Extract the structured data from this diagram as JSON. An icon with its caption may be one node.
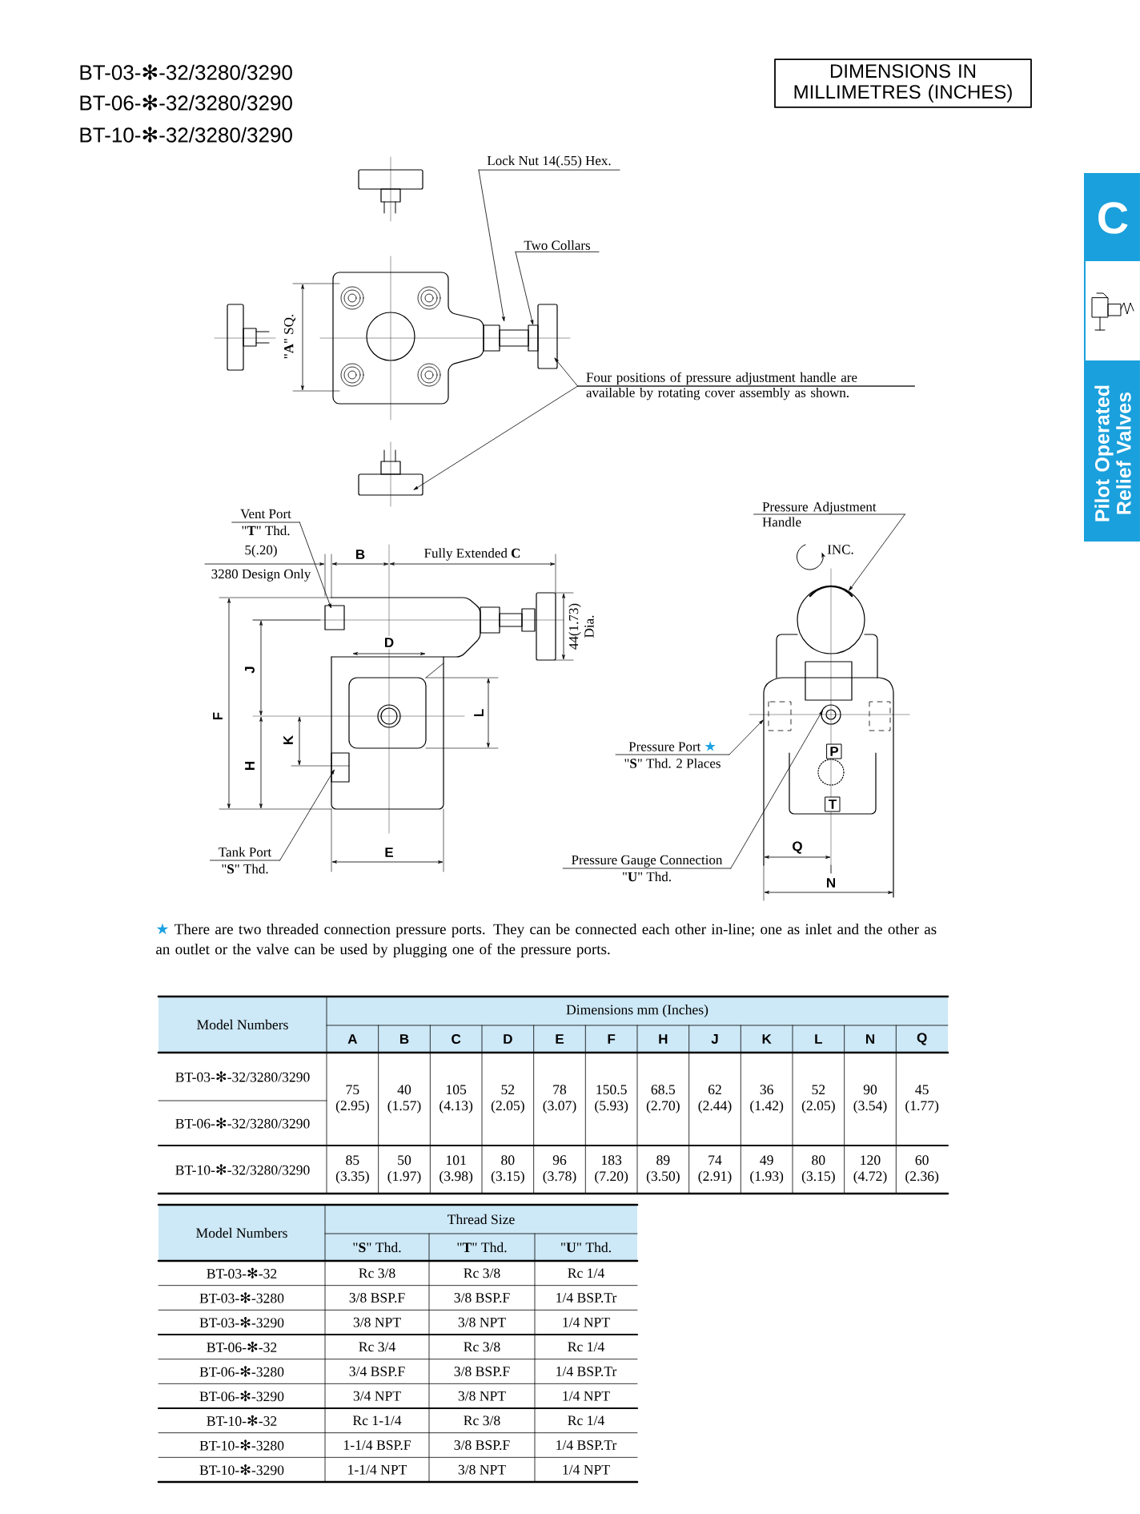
{
  "diagram": {
    "nodes": [
      {
        "text": [
          "DIMENSIONS IN MILLIMETRES (INCHES)"
        ]
      },
      {
        "text": [
          "C",
          "Pilot Operated Relief Valves"
        ]
      },
      {
        "text": [
          "Lock Nut 14(.55) Hex."
        ]
      },
      {
        "text": [
          "Two Collars"
        ]
      },
      {
        "text": [
          "Four positions of pressure adjustment handle are available by rotating cover assembly as shown."
        ]
      },
      {
        "text": [
          "Vent Port",
          "\"**T**\" Thd."
        ]
      },
      {
        "text": [
          "Pressure Adjustment Handle"
        ]
      },
      {
        "text": [
          "Tank Port",
          "\"**S**\" Thd."
        ]
      },
      {
        "text": [
          "Pressure Port ★",
          "\"**S**\" Thd. 2 Places"
        ]
      },
      {
        "text": [
          "Pressure Gauge Connection",
          "\"**U**\" Thd."
        ]
      }
    ],
    "edges": [
      {
        "from": 2,
        "to": null,
        "arrow": "to"
      },
      {
        "from": 3,
        "to": null,
        "arrow": "to"
      },
      {
        "from": 4,
        "to": null,
        "arrow": "to"
      },
      {
        "from": 4,
        "to": null,
        "arrow": "to"
      },
      {
        "from": 5,
        "to": null,
        "arrow": "to"
      },
      {
        "from": 6,
        "to": null,
        "arrow": "to"
      },
      {
        "from": 7,
        "to": null,
        "arrow": "to"
      },
      {
        "from": 8,
        "to": null,
        "arrow": "to"
      },
      {
        "from": 9,
        "to": null,
        "arrow": "to"
      }
    ],
    "labels": [
      "BT-03-✻-32/3280/3290",
      "BT-06-✻-32/3280/3290",
      "BT-10-✻-32/3280/3290",
      "\"**A**\" SQ.",
      "B",
      "5(.20)",
      "3280 Design Only",
      "Fully Extended **C**",
      "44(1.73)",
      "Dia.",
      "D",
      "J",
      "F",
      "L",
      "K",
      "H",
      "E",
      "INC.",
      "P",
      "T",
      "Q",
      "N",
      "★ There are two threaded connection pressure ports. They can be connected each other in-line; one as inlet and the other as an outlet or the valve can be used by plugging one of the pressure ports.",
      "Model Numbers",
      "Dimensions mm (Inches)",
      "A",
      "B",
      "C",
      "D",
      "E",
      "F",
      "H",
      "J",
      "K",
      "L",
      "N",
      "Q",
      "BT-03-✻-32/3280/3290",
      "75 (2.95)",
      "40 (1.57)",
      "105 (4.13)",
      "52 (2.05)",
      "78 (3.07)",
      "150.5 (5.93)",
      "68.5 (2.70)",
      "62 (2.44)",
      "36 (1.42)",
      "52 (2.05)",
      "90 (3.54)",
      "45 (1.77)",
      "BT-06-✻-32/3280/3290",
      "BT-10-✻-32/3280/3290",
      "85 (3.35)",
      "50 (1.97)",
      "101 (3.98)",
      "80 (3.15)",
      "96 (3.78)",
      "183 (7.20)",
      "89 (3.50)",
      "74 (2.91)",
      "49 (1.93)",
      "80 (3.15)",
      "120 (4.72)",
      "60 (2.36)",
      "Model Numbers",
      "Thread Size",
      "\"**S**\" Thd.",
      "\"**T**\" Thd.",
      "\"**U**\" Thd.",
      "BT-03-✻-32",
      "Rc 3/8",
      "Rc 3/8",
      "Rc 1/4",
      "BT-03-✻-3280",
      "3/8 BSP.F",
      "3/8 BSP.F",
      "1/4 BSP.Tr",
      "BT-03-✻-3290",
      "3/8 NPT",
      "3/8 NPT",
      "1/4 NPT",
      "BT-06-✻-32",
      "Rc 3/4",
      "Rc 3/8",
      "Rc 1/4",
      "BT-06-✻-3280",
      "3/4 BSP.F",
      "3/8 BSP.F",
      "1/4 BSP.Tr",
      "BT-06-✻-3290",
      "3/4 NPT",
      "3/8 NPT",
      "1/4 NPT",
      "BT-10-✻-32",
      "Rc 1-1/4",
      "Rc 3/8",
      "Rc 1/4",
      "BT-10-✻-3280",
      "1-1/4 BSP.F",
      "3/8 BSP.F",
      "1/4 BSP.Tr",
      "BT-10-✻-3290",
      "1-1/4 NPT",
      "3/8 NPT",
      "1/4 NPT"
    ]
  }
}
